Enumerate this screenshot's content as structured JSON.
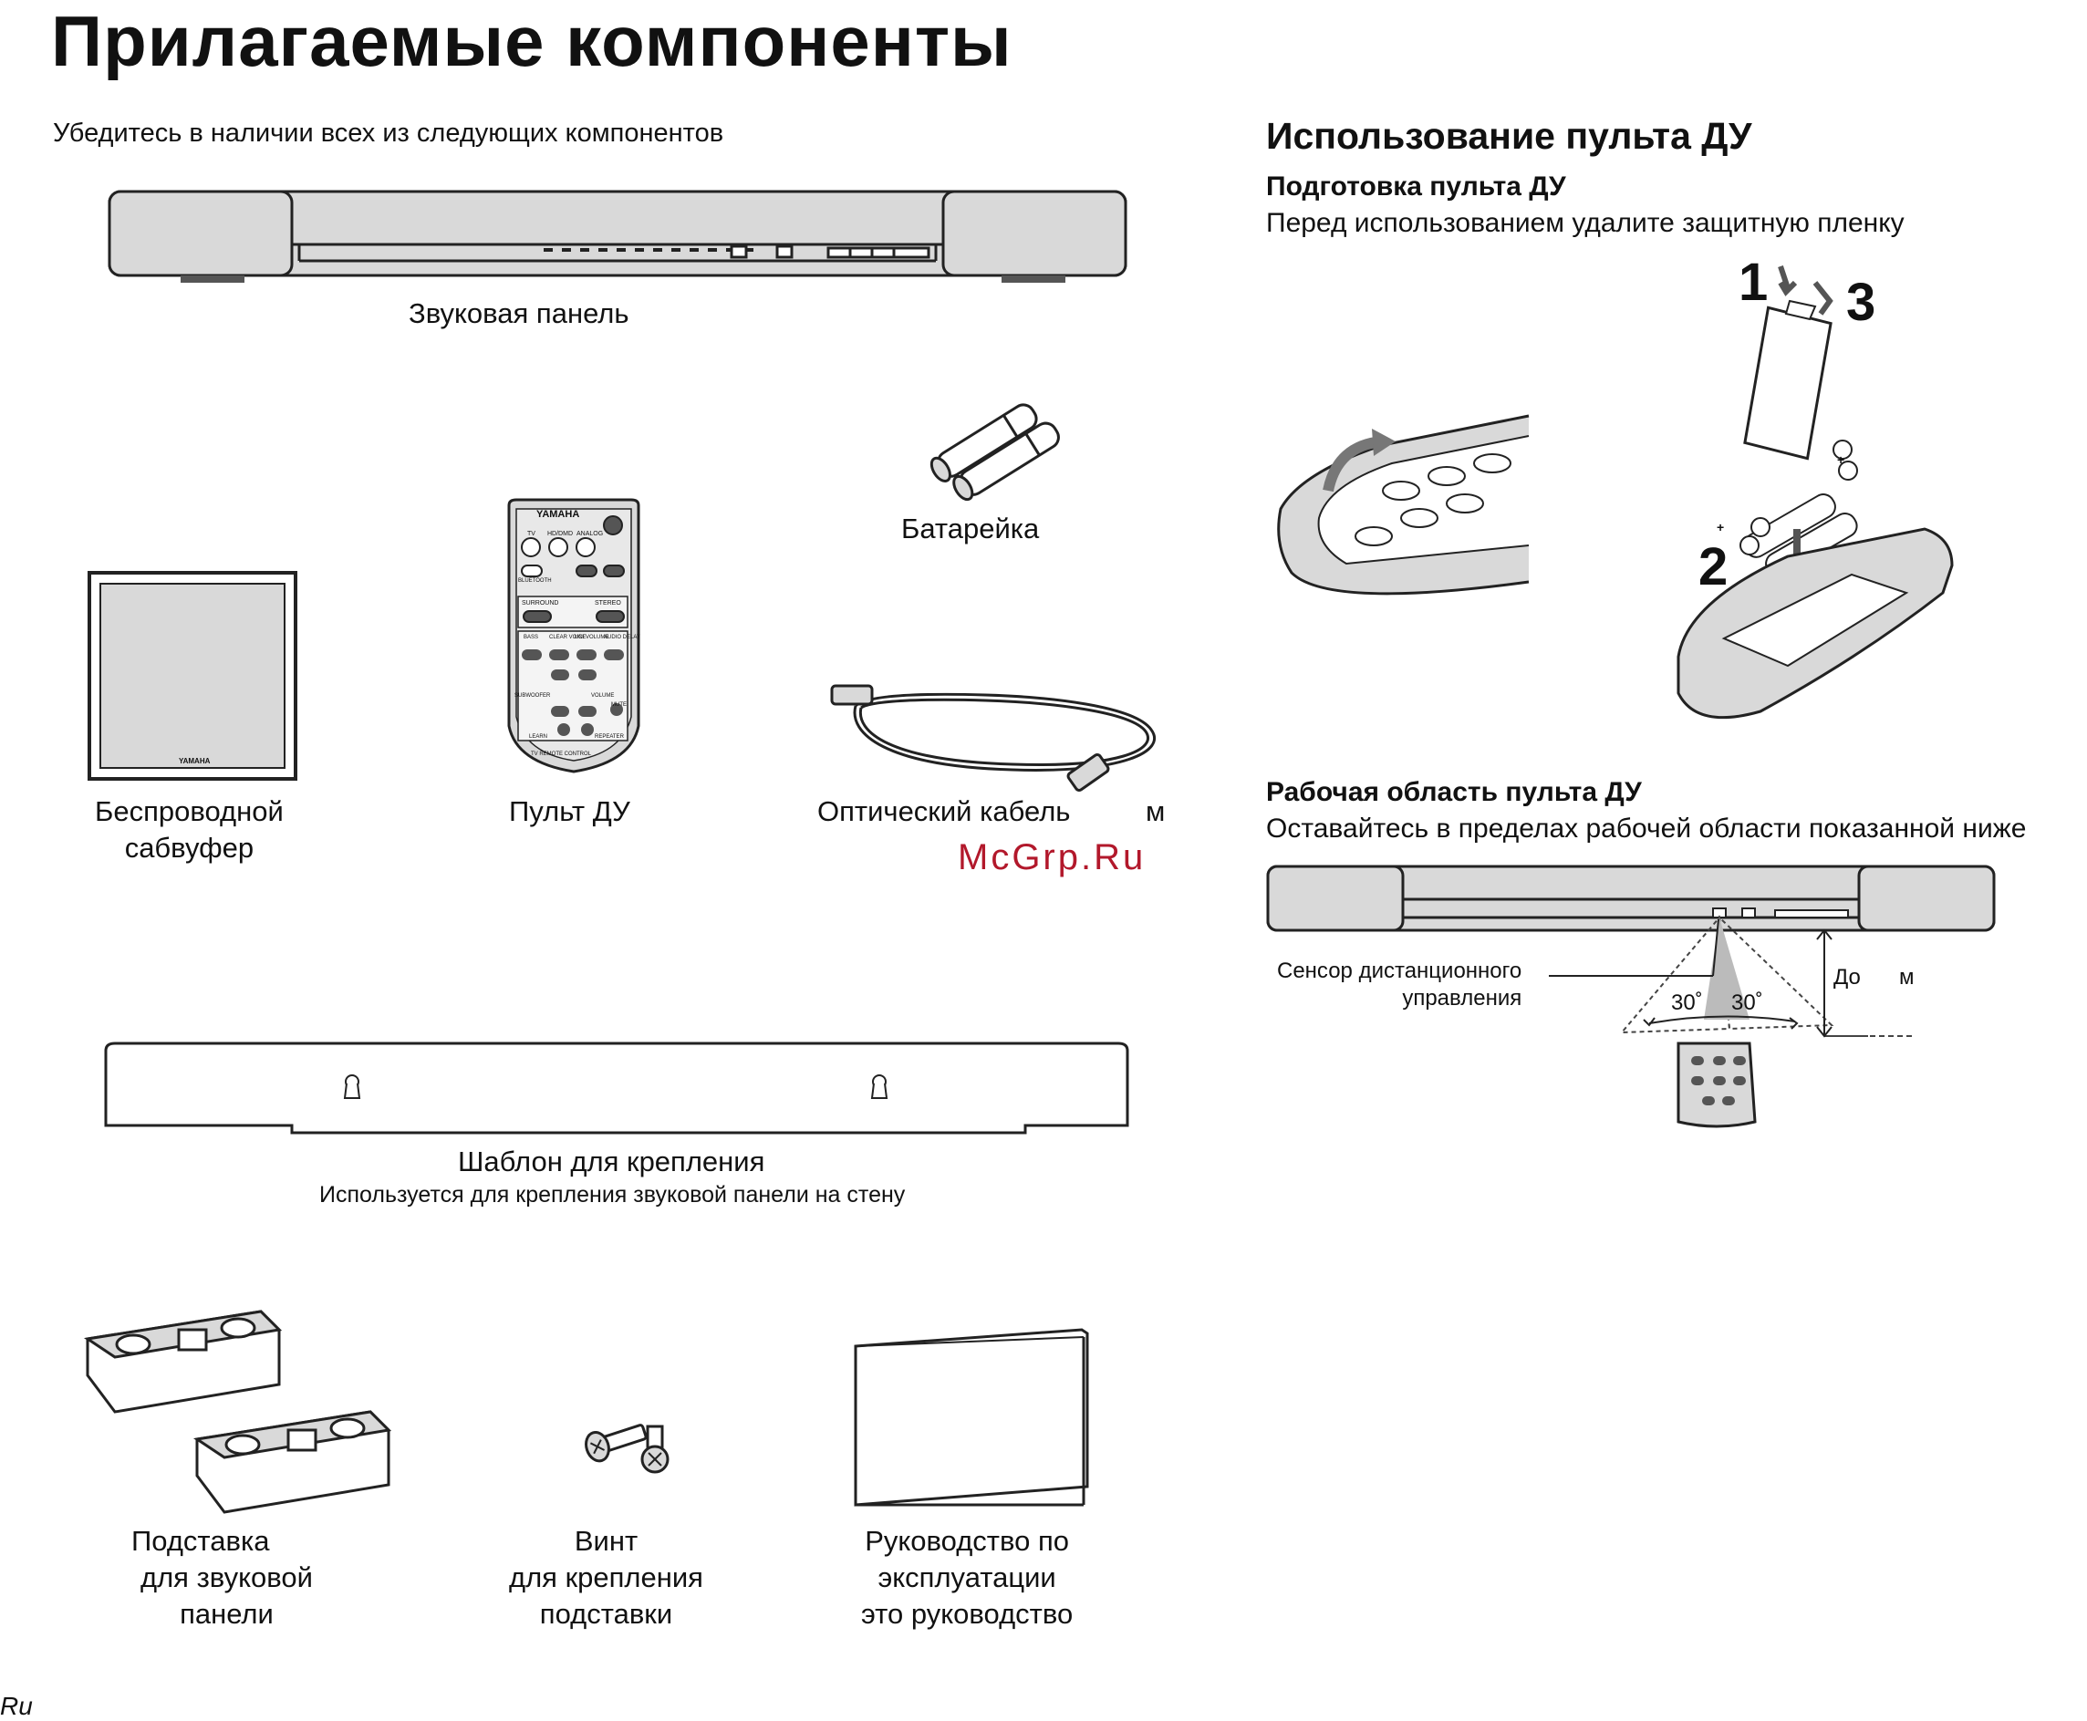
{
  "page": {
    "title": "Прилагаемые компоненты",
    "intro": "Убедитесь в наличии всех из следующих компонентов",
    "footer_lang": "Ru",
    "watermark": "McGrp.Ru"
  },
  "components": {
    "soundbar": "Звуковая панель",
    "battery": "Батарейка",
    "subwoofer_line1": "Беспроводной",
    "subwoofer_line2": "сабвуфер",
    "remote": "Пульт ДУ",
    "optical_cable": "Оптический кабель",
    "optical_cable_unit": "м",
    "template_title": "Шаблон для крепления",
    "template_desc": "Используется для крепления звуковой панели на стену",
    "stand_line1": "Подставка",
    "stand_line2": "для звуковой",
    "stand_line3": "панели",
    "screw_line1": "Винт",
    "screw_line2": "для крепления",
    "screw_line3": "подставки",
    "manual_line1": "Руководство по",
    "manual_line2": "эксплуатации",
    "manual_line3": "это руководство"
  },
  "remote_labels": {
    "brand": "YAMAHA",
    "tv": "TV",
    "hdmi": "HD/DMD",
    "analog": "ANALOG",
    "bluetooth": "BLUETOOTH",
    "surround": "SURROUND",
    "stereo": "STEREO",
    "bass": "BASS",
    "clear_voice": "CLEAR VOICE",
    "uni_volume": "UNI VOLUME",
    "audio_delay": "AUDIO DELAY",
    "subwoofer": "SUBWOOFER",
    "volume": "VOLUME",
    "mute": "MUTE",
    "learn": "LEARN",
    "repeater": "REPEATER",
    "tv_remote": "TV REMOTE CONTROL",
    "subwoofer_brand": "YAMAHA"
  },
  "remote_usage": {
    "heading": "Использование пульта ДУ",
    "prep_heading": "Подготовка пульта ДУ",
    "prep_text": "Перед использованием удалите защитную пленку",
    "step1": "1",
    "step2": "2",
    "step3": "3",
    "plus": "+",
    "minus": "−",
    "range_heading": "Рабочая область пульта ДУ",
    "range_text": "Оставайтесь в пределах рабочей области  показанной ниже",
    "sensor_line1": "Сенсор дистанционного",
    "sensor_line2": "управления",
    "angle_left": "30˚",
    "angle_right": "30˚",
    "distance_prefix": "До",
    "distance_unit": "м"
  }
}
